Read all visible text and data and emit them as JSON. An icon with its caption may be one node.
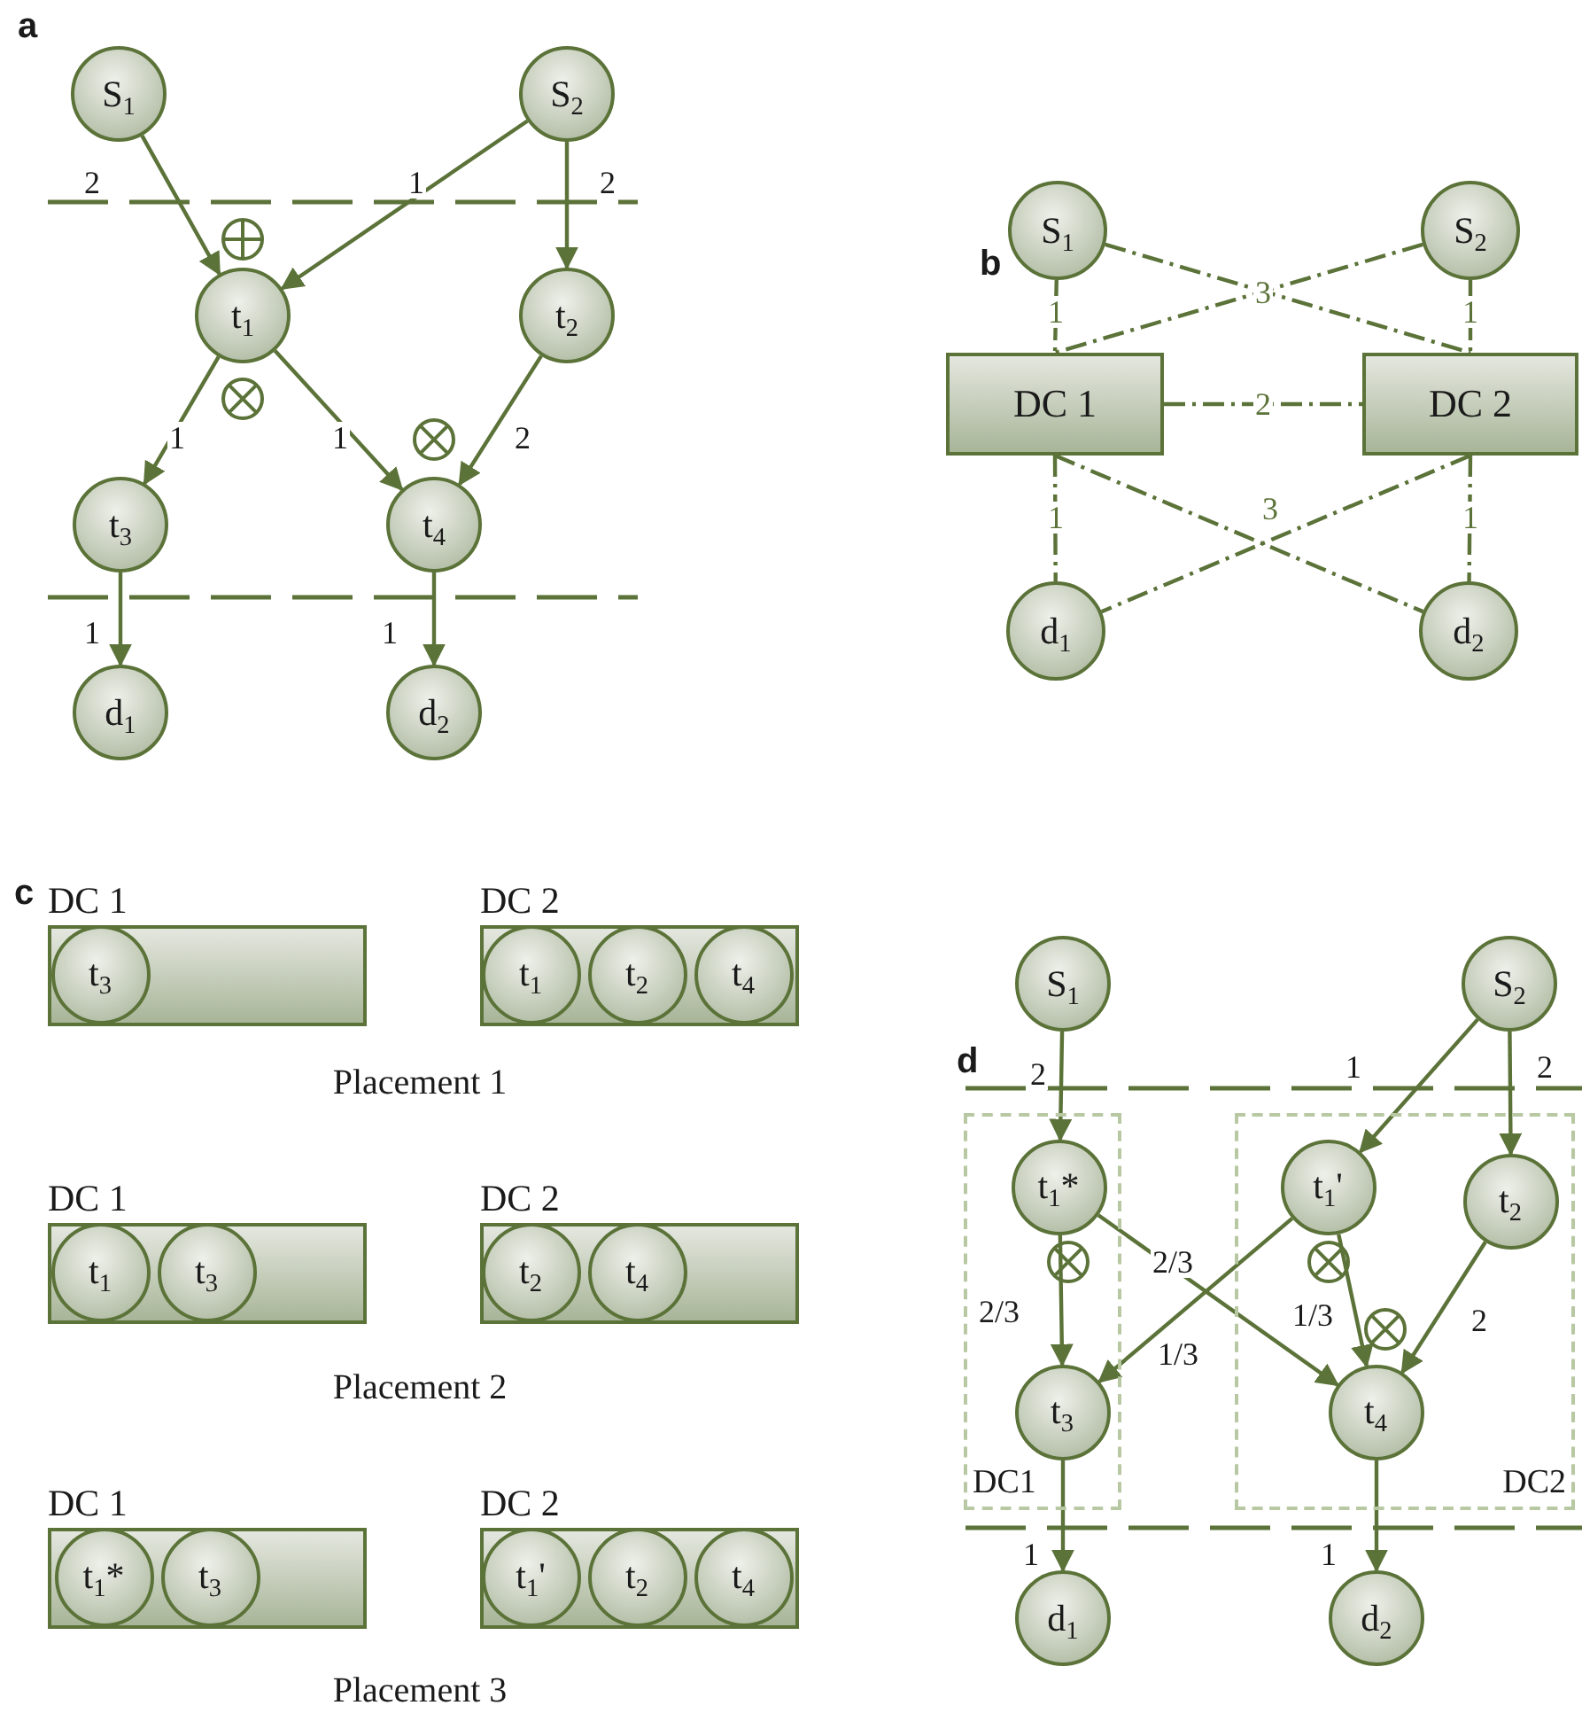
{
  "diagram": {
    "nodes": [
      {
        "text": [
          "S$_{1}$"
        ]
      },
      {
        "text": [
          "S$_{2}$"
        ]
      },
      {
        "text": [
          "t$_{1}$"
        ]
      },
      {
        "text": [
          "t$_{2}$"
        ]
      },
      {
        "text": [
          "t$_{3}$"
        ]
      },
      {
        "text": [
          "t$_{4}$"
        ]
      },
      {
        "text": [
          "d$_{1}$"
        ]
      },
      {
        "text": [
          "d$_{2}$"
        ]
      },
      {
        "text": [
          "S$_{1}$"
        ]
      },
      {
        "text": [
          "S$_{2}$"
        ]
      },
      {
        "text": [
          "DC 1"
        ]
      },
      {
        "text": [
          "DC 2"
        ]
      },
      {
        "text": [
          "d$_{1}$"
        ]
      },
      {
        "text": [
          "d$_{2}$"
        ]
      },
      {
        "text": [
          "DC 1"
        ]
      },
      {
        "text": [
          "t$_{3}$"
        ],
        "in": 14
      },
      {
        "text": [
          "DC 2"
        ]
      },
      {
        "text": [
          "t$_{1}$"
        ],
        "in": 16
      },
      {
        "text": [
          "t$_{2}$"
        ],
        "in": 16
      },
      {
        "text": [
          "t$_{4}$"
        ],
        "in": 16
      },
      {
        "text": [
          "DC 1"
        ]
      },
      {
        "text": [
          "t$_{1}$"
        ],
        "in": 20
      },
      {
        "text": [
          "t$_{3}$"
        ],
        "in": 20
      },
      {
        "text": [
          "DC 2"
        ]
      },
      {
        "text": [
          "t$_{2}$"
        ],
        "in": 23
      },
      {
        "text": [
          "t$_{4}$"
        ],
        "in": 23
      },
      {
        "text": [
          "DC 1"
        ]
      },
      {
        "text": [
          "t$_{1}$*"
        ],
        "in": 26
      },
      {
        "text": [
          "t$_{3}$"
        ],
        "in": 26
      },
      {
        "text": [
          "DC 2"
        ]
      },
      {
        "text": [
          "t$_{1}$'"
        ],
        "in": 29
      },
      {
        "text": [
          "t$_{2}$"
        ],
        "in": 29
      },
      {
        "text": [
          "t$_{4}$"
        ],
        "in": 29
      },
      {
        "text": [
          "S$_{1}$"
        ]
      },
      {
        "text": [
          "S$_{2}$"
        ]
      },
      {
        "text": [
          "DC1"
        ]
      },
      {
        "text": [
          "t$_{1}$*"
        ],
        "in": 35
      },
      {
        "text": [
          "t$_{3}$"
        ],
        "in": 35
      },
      {
        "text": [
          "DC2"
        ]
      },
      {
        "text": [
          "t$_{1}$'"
        ],
        "in": 38
      },
      {
        "text": [
          "t$_{2}$"
        ],
        "in": 38
      },
      {
        "text": [
          "t$_{4}$"
        ],
        "in": 38
      },
      {
        "text": [
          "d$_{1}$"
        ]
      },
      {
        "text": [
          "d$_{2}$"
        ]
      }
    ],
    "edges": [
      {
        "from": 0,
        "to": 2,
        "arrow": "to",
        "label": "2"
      },
      {
        "from": 1,
        "to": 2,
        "arrow": "to",
        "label": "1"
      },
      {
        "from": 1,
        "to": 3,
        "arrow": "to",
        "label": "2"
      },
      {
        "from": 2,
        "to": 4,
        "arrow": "to",
        "label": "1"
      },
      {
        "from": 2,
        "to": 5,
        "arrow": "to",
        "label": "1"
      },
      {
        "from": 3,
        "to": 5,
        "arrow": "to",
        "label": "2"
      },
      {
        "from": 4,
        "to": 6,
        "arrow": "to",
        "label": "1"
      },
      {
        "from": 5,
        "to": 7,
        "arrow": "to",
        "label": "1"
      },
      {
        "from": 8,
        "to": 10,
        "arrow": "none",
        "label": "1",
        "style": "dashed"
      },
      {
        "from": 8,
        "to": 11,
        "arrow": "none",
        "label": "3",
        "style": "dashed"
      },
      {
        "from": 9,
        "to": 10,
        "arrow": "none",
        "style": "dashed"
      },
      {
        "from": 9,
        "to": 11,
        "arrow": "none",
        "label": "1",
        "style": "dashed"
      },
      {
        "from": 10,
        "to": 11,
        "arrow": "none",
        "label": "2",
        "style": "dashed"
      },
      {
        "from": 10,
        "to": 13,
        "arrow": "none",
        "label": "3",
        "style": "dashed"
      },
      {
        "from": 11,
        "to": 12,
        "arrow": "none",
        "style": "dashed"
      },
      {
        "from": 10,
        "to": 12,
        "arrow": "none",
        "label": "1",
        "style": "dashed"
      },
      {
        "from": 11,
        "to": 13,
        "arrow": "none",
        "label": "1",
        "style": "dashed"
      },
      {
        "from": 33,
        "to": 36,
        "arrow": "to",
        "label": "2"
      },
      {
        "from": 34,
        "to": 39,
        "arrow": "to",
        "label": "1"
      },
      {
        "from": 34,
        "to": 40,
        "arrow": "to",
        "label": "2"
      },
      {
        "from": 36,
        "to": 37,
        "arrow": "to",
        "label": "2/3"
      },
      {
        "from": 36,
        "to": 41,
        "arrow": "to",
        "label": "2/3"
      },
      {
        "from": 39,
        "to": 37,
        "arrow": "to",
        "label": "1/3"
      },
      {
        "from": 39,
        "to": 41,
        "arrow": "to",
        "label": "1/3"
      },
      {
        "from": 40,
        "to": 41,
        "arrow": "to",
        "label": "2"
      },
      {
        "from": 37,
        "to": 42,
        "arrow": "to",
        "label": "1"
      },
      {
        "from": 41,
        "to": 43,
        "arrow": "to",
        "label": "1"
      }
    ],
    "labels": [
      "a",
      "b",
      "c",
      "Placement 1",
      "Placement 2",
      "Placement 3",
      "d"
    ]
  }
}
